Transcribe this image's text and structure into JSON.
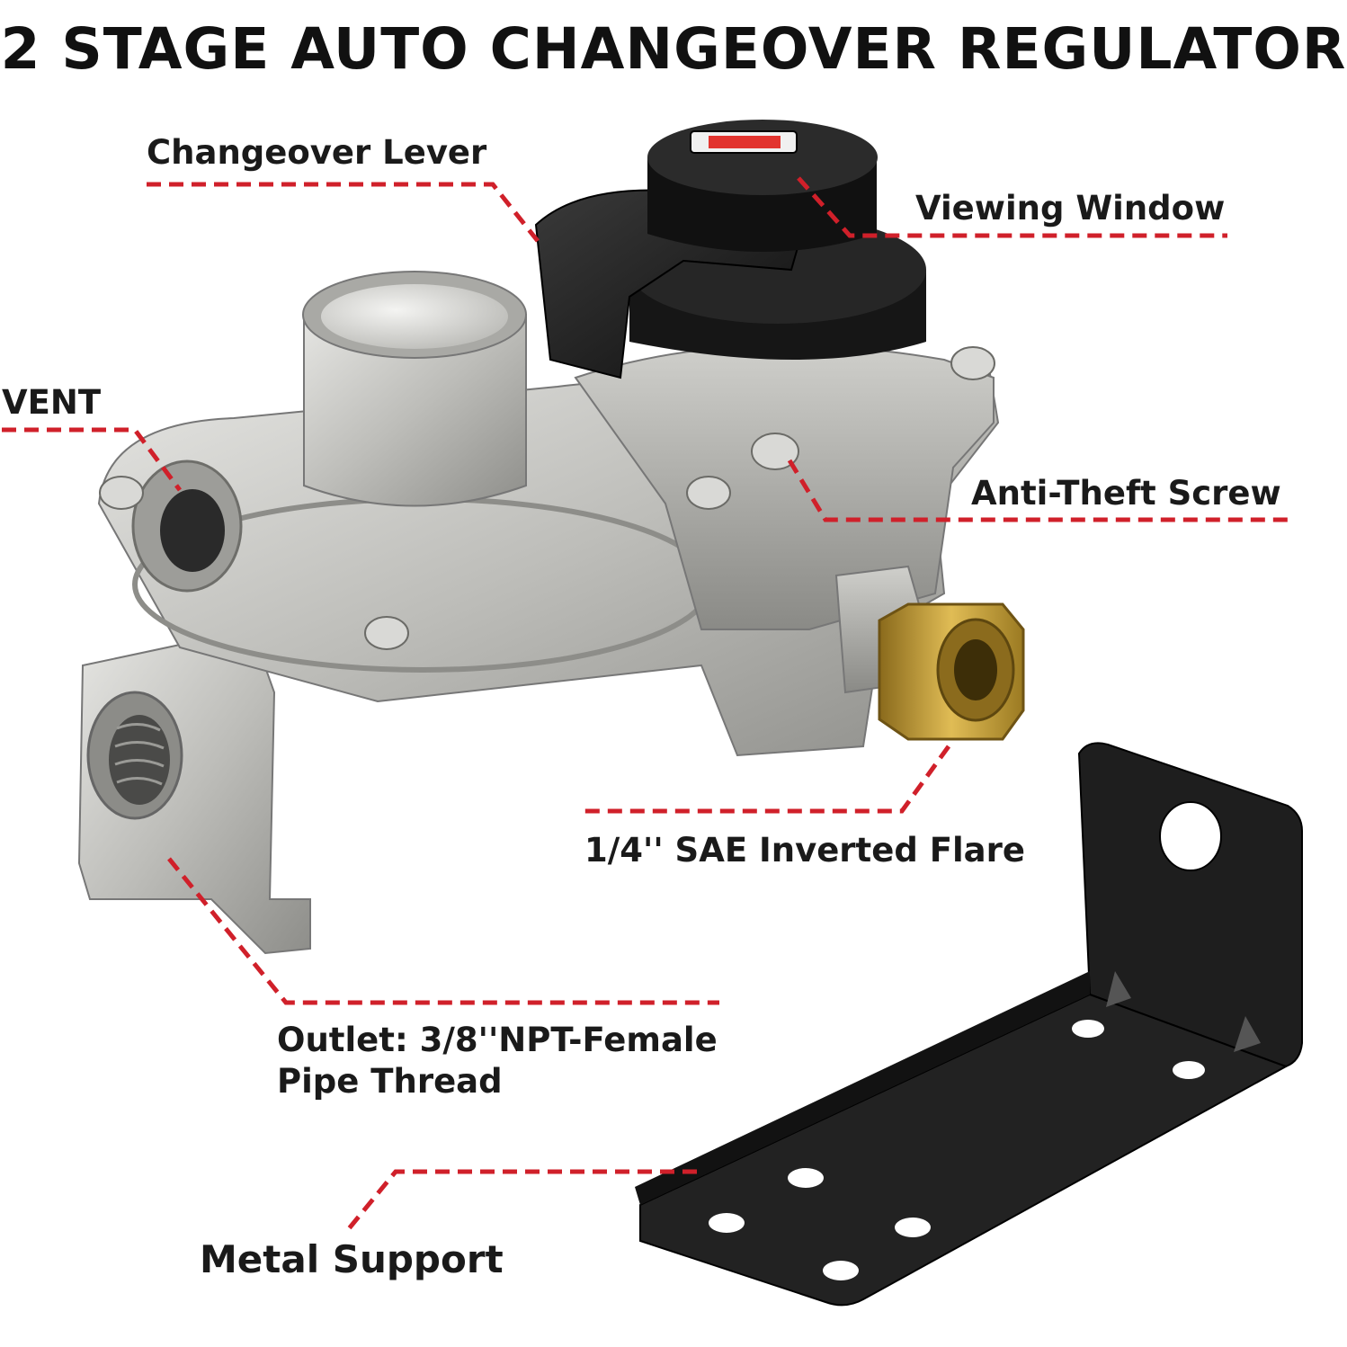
{
  "title": "2 STAGE AUTO CHANGEOVER REGULATOR",
  "labels": {
    "changeover_lever": "Changeover Lever",
    "viewing_window": "Viewing Window",
    "vent": "VENT",
    "anti_theft_screw": "Anti-Theft Screw",
    "sae_flare": "1/4'' SAE Inverted Flare",
    "outlet_line1": "Outlet: 3/8''NPT-Female",
    "outlet_line2": "Pipe Thread",
    "metal_support": "Metal Support"
  },
  "colors": {
    "leader_line": "#d0202a",
    "aluminum": "#c9c9c6",
    "black_plastic": "#1b1b1b",
    "brass": "#c7a13a",
    "indicator_red": "#e2342f"
  }
}
